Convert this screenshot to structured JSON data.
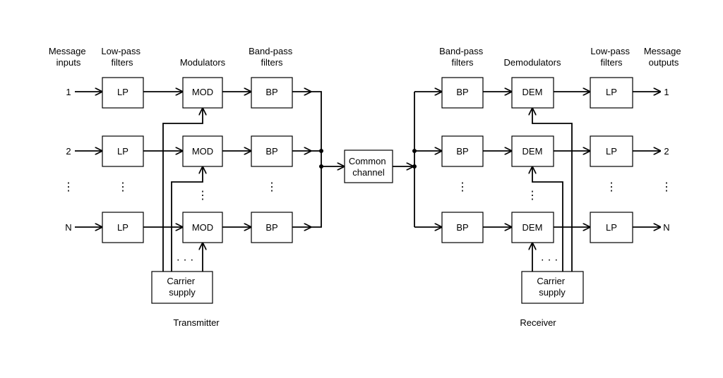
{
  "headers": {
    "message_inputs": [
      "Message",
      "inputs"
    ],
    "lowpass_tx": [
      "Low-pass",
      "filters"
    ],
    "modulators": [
      "Modulators"
    ],
    "bandpass_tx": [
      "Band-pass",
      "filters"
    ],
    "bandpass_rx": [
      "Band-pass",
      "filters"
    ],
    "demodulators": [
      "Demodulators"
    ],
    "lowpass_rx": [
      "Low-pass",
      "filters"
    ],
    "message_outputs": [
      "Message",
      "outputs"
    ]
  },
  "channel_labels": [
    "1",
    "2",
    "N"
  ],
  "blocks": {
    "lp": "LP",
    "mod": "MOD",
    "bp": "BP",
    "dem": "DEM"
  },
  "common_channel": [
    "Common",
    "channel"
  ],
  "carrier_supply": [
    "Carrier",
    "supply"
  ],
  "ellipsis": "· · ·",
  "transmitter_label": "Transmitter",
  "receiver_label": "Receiver"
}
